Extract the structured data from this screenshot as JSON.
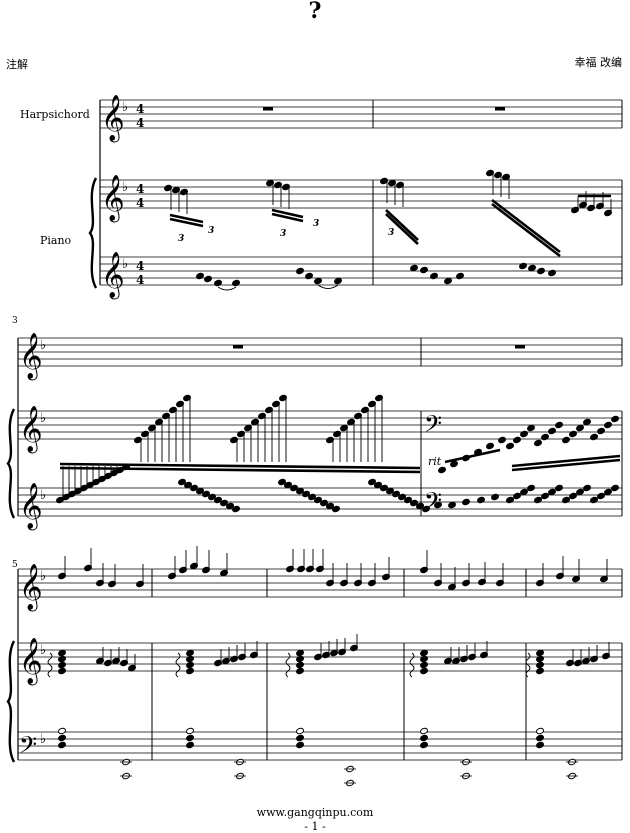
{
  "header": {
    "title": "?",
    "lyricist": "注解",
    "arranger": "幸福  改编"
  },
  "instruments": [
    "Harpsichord",
    "Piano"
  ],
  "measure_numbers": [
    "3",
    "5"
  ],
  "tempo_marks": [
    "rit"
  ],
  "time_signature": {
    "numerator": "4",
    "denominator": "4"
  },
  "tuplet_labels": [
    "3",
    "3",
    "3",
    "3",
    "3"
  ],
  "footer": {
    "url": "www.gangqinpu.com",
    "page": "- 1 -"
  }
}
